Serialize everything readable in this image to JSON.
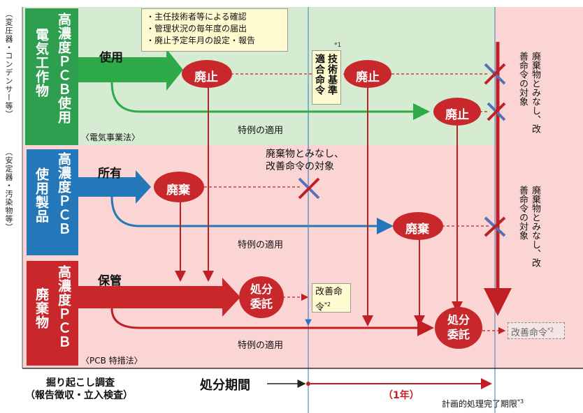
{
  "side_labels": {
    "top": "（変圧器・コンデンサー等）",
    "bottom": "（安定器・汚染物等）"
  },
  "rows": [
    {
      "title": "高濃度ＰＣＢ使用",
      "prefix": "電気工作物",
      "action": "使用",
      "law": "〈電気事業法〉"
    },
    {
      "title": "高濃度ＰＣＢ",
      "prefix": "使用製品",
      "action": "所有"
    },
    {
      "title": "高濃度ＰＣＢ",
      "prefix": "廃棄物",
      "action": "保管",
      "law": "〈PCB 特措法〉"
    }
  ],
  "bullets": [
    "主任技術者等による確認",
    "管理状況の毎年度の届出",
    "廃止予定年月の設定・報告"
  ],
  "nodes": {
    "haishi": "廃止",
    "haiki": "廃棄",
    "shobun_itaku": "処分委託"
  },
  "special_rule": "特例の適用",
  "tech_order": {
    "text": "技術基準適合命令",
    "note": "*1"
  },
  "deemed_waste": "廃棄物とみなし、改善命令の対象",
  "improve_order": {
    "text": "改善命令",
    "note": "*2"
  },
  "bottom": {
    "survey_line1": "掘り起こし調査",
    "survey_line2": "（報告徴収・立入検査）",
    "period": "処分期間",
    "one_year": "（1年）",
    "deadline": "計画的処理完了期限",
    "deadline_note": "*3"
  },
  "colors": {
    "green_band": "#2e9e4f",
    "blue_band": "#2478ba",
    "red_band": "#c8282c",
    "pale_green": "#d6ecd2",
    "pale_pink": "#fbd4d4",
    "dark_red": "#c01f25"
  }
}
